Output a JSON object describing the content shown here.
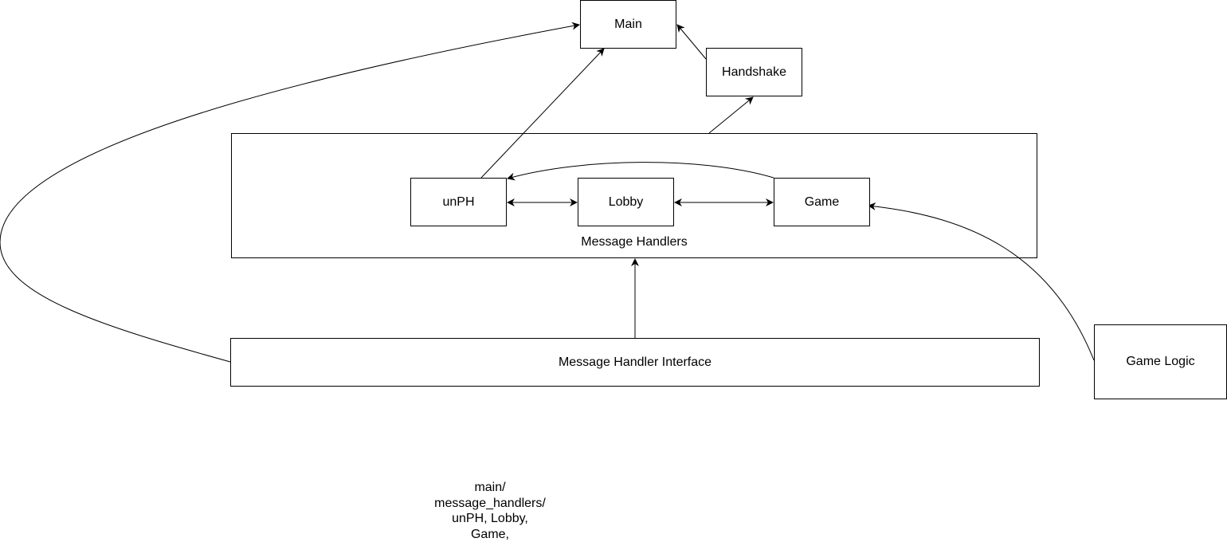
{
  "nodes": {
    "main": "Main",
    "handshake": "Handshake",
    "unph": "unPH",
    "lobby": "Lobby",
    "game": "Game",
    "message_handler_interface": "Message Handler Interface",
    "game_logic": "Game Logic"
  },
  "containers": {
    "message_handlers": "Message Handlers"
  },
  "note": {
    "lines": [
      "main/",
      "message_handlers/",
      "unPH, Lobby,",
      "Game,"
    ]
  },
  "style": {
    "stroke": "#000000",
    "fill": "#ffffff"
  }
}
